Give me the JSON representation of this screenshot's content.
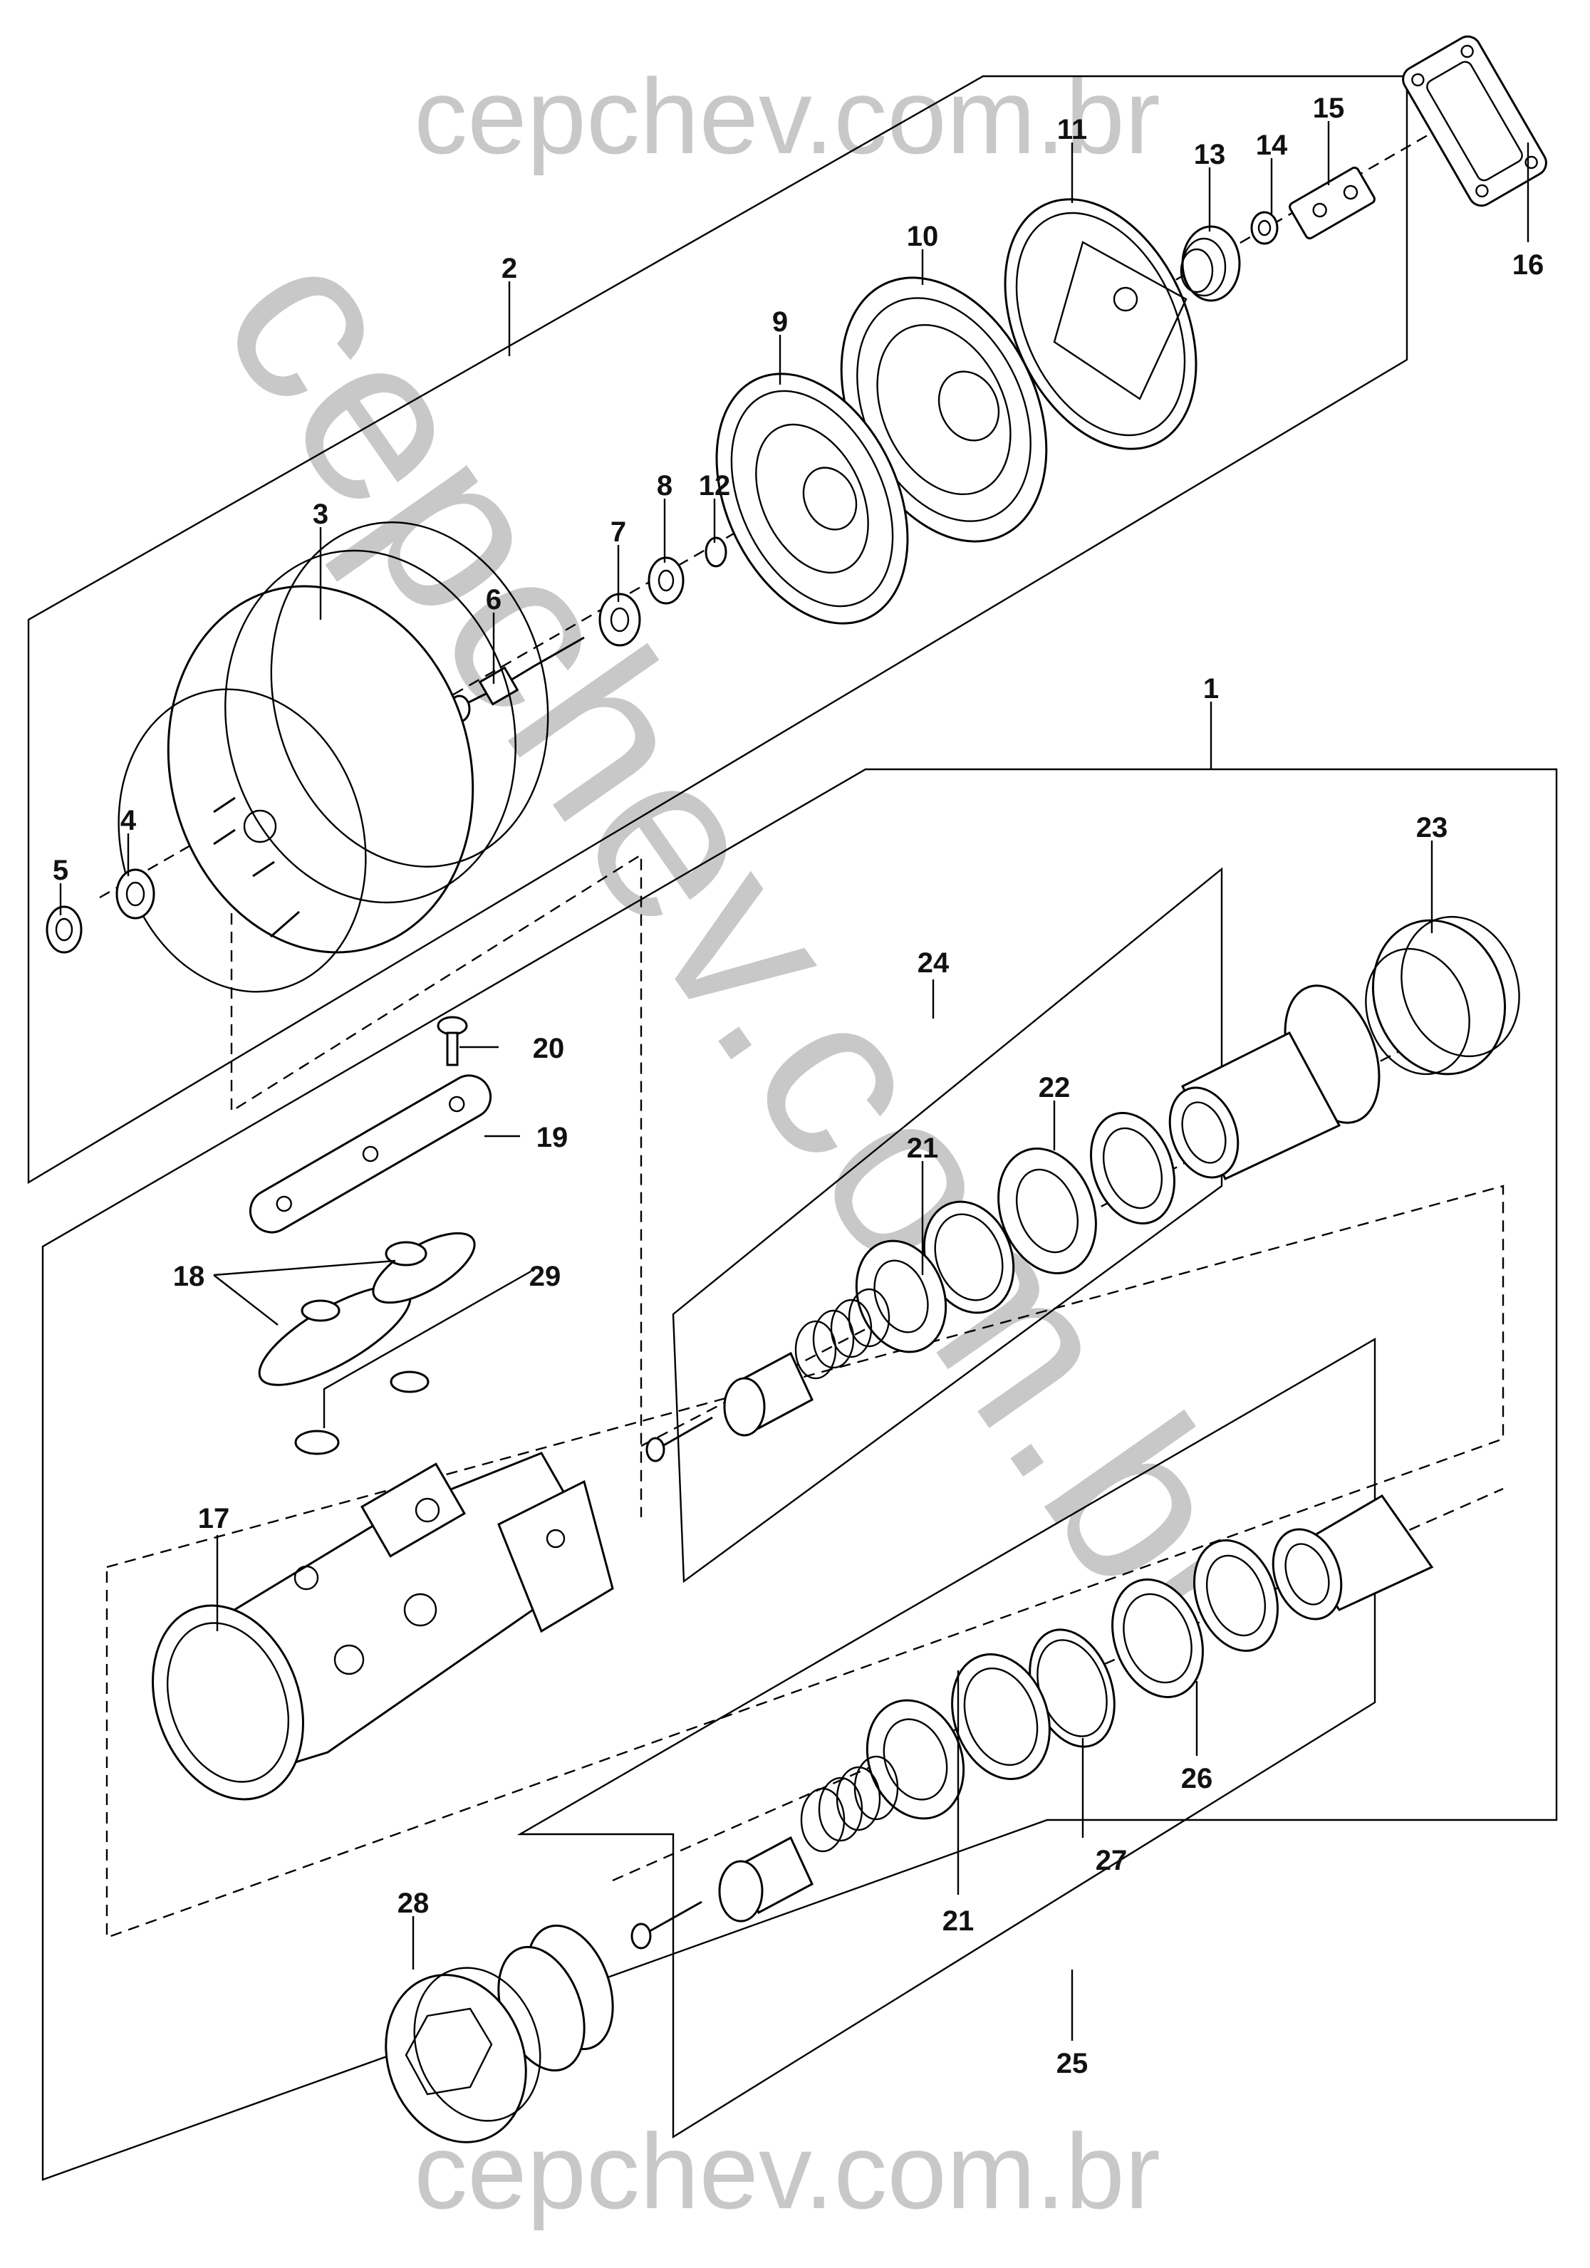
{
  "watermark": {
    "top": "cepchev.com.br",
    "bottom": "cepchev.com.br",
    "diagonal": "cepchev.com.br"
  },
  "callouts": {
    "p1": "1",
    "p2": "2",
    "p3": "3",
    "p4": "4",
    "p5": "5",
    "p6": "6",
    "p7": "7",
    "p8": "8",
    "p9": "9",
    "p10": "10",
    "p11": "11",
    "p12": "12",
    "p13": "13",
    "p14": "14",
    "p15": "15",
    "p16": "16",
    "p17": "17",
    "p18": "18",
    "p19": "19",
    "p20": "20",
    "p21a": "21",
    "p21b": "21",
    "p22": "22",
    "p23": "23",
    "p24": "24",
    "p25": "25",
    "p26": "26",
    "p27": "27",
    "p28": "28",
    "p29": "29"
  }
}
